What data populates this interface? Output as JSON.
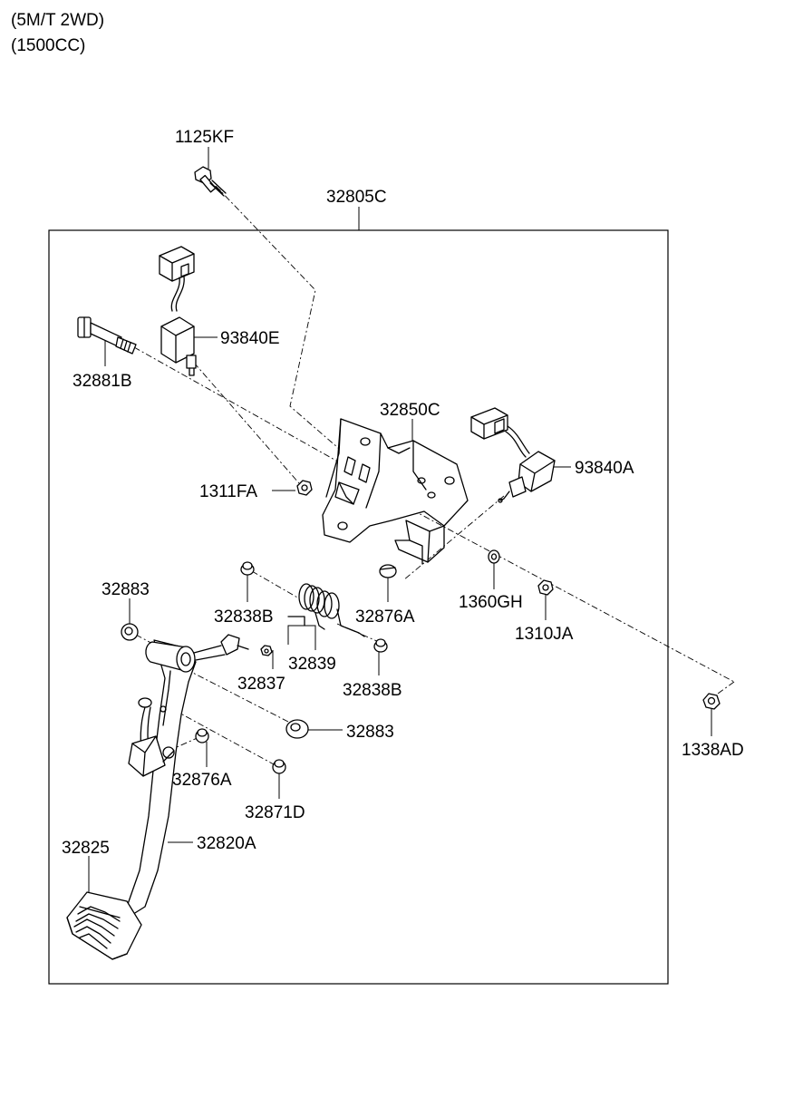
{
  "header": {
    "line1": "(5M/T 2WD)",
    "line2": "(1500CC)"
  },
  "labels": {
    "p1125KF": "1125KF",
    "p32805C": "32805C",
    "p93840E": "93840E",
    "p32881B": "32881B",
    "p32850C": "32850C",
    "p93840A": "93840A",
    "p1311FA": "1311FA",
    "p32838B_top": "32838B",
    "p32876A_top": "32876A",
    "p1360GH": "1360GH",
    "p1310JA": "1310JA",
    "p32883_top": "32883",
    "p32839": "32839",
    "p32837": "32837",
    "p32838B_low": "32838B",
    "p32883_low": "32883",
    "p32876A_low": "32876A",
    "p32871D": "32871D",
    "p1338AD": "1338AD",
    "p32825": "32825",
    "p32820A": "32820A"
  }
}
